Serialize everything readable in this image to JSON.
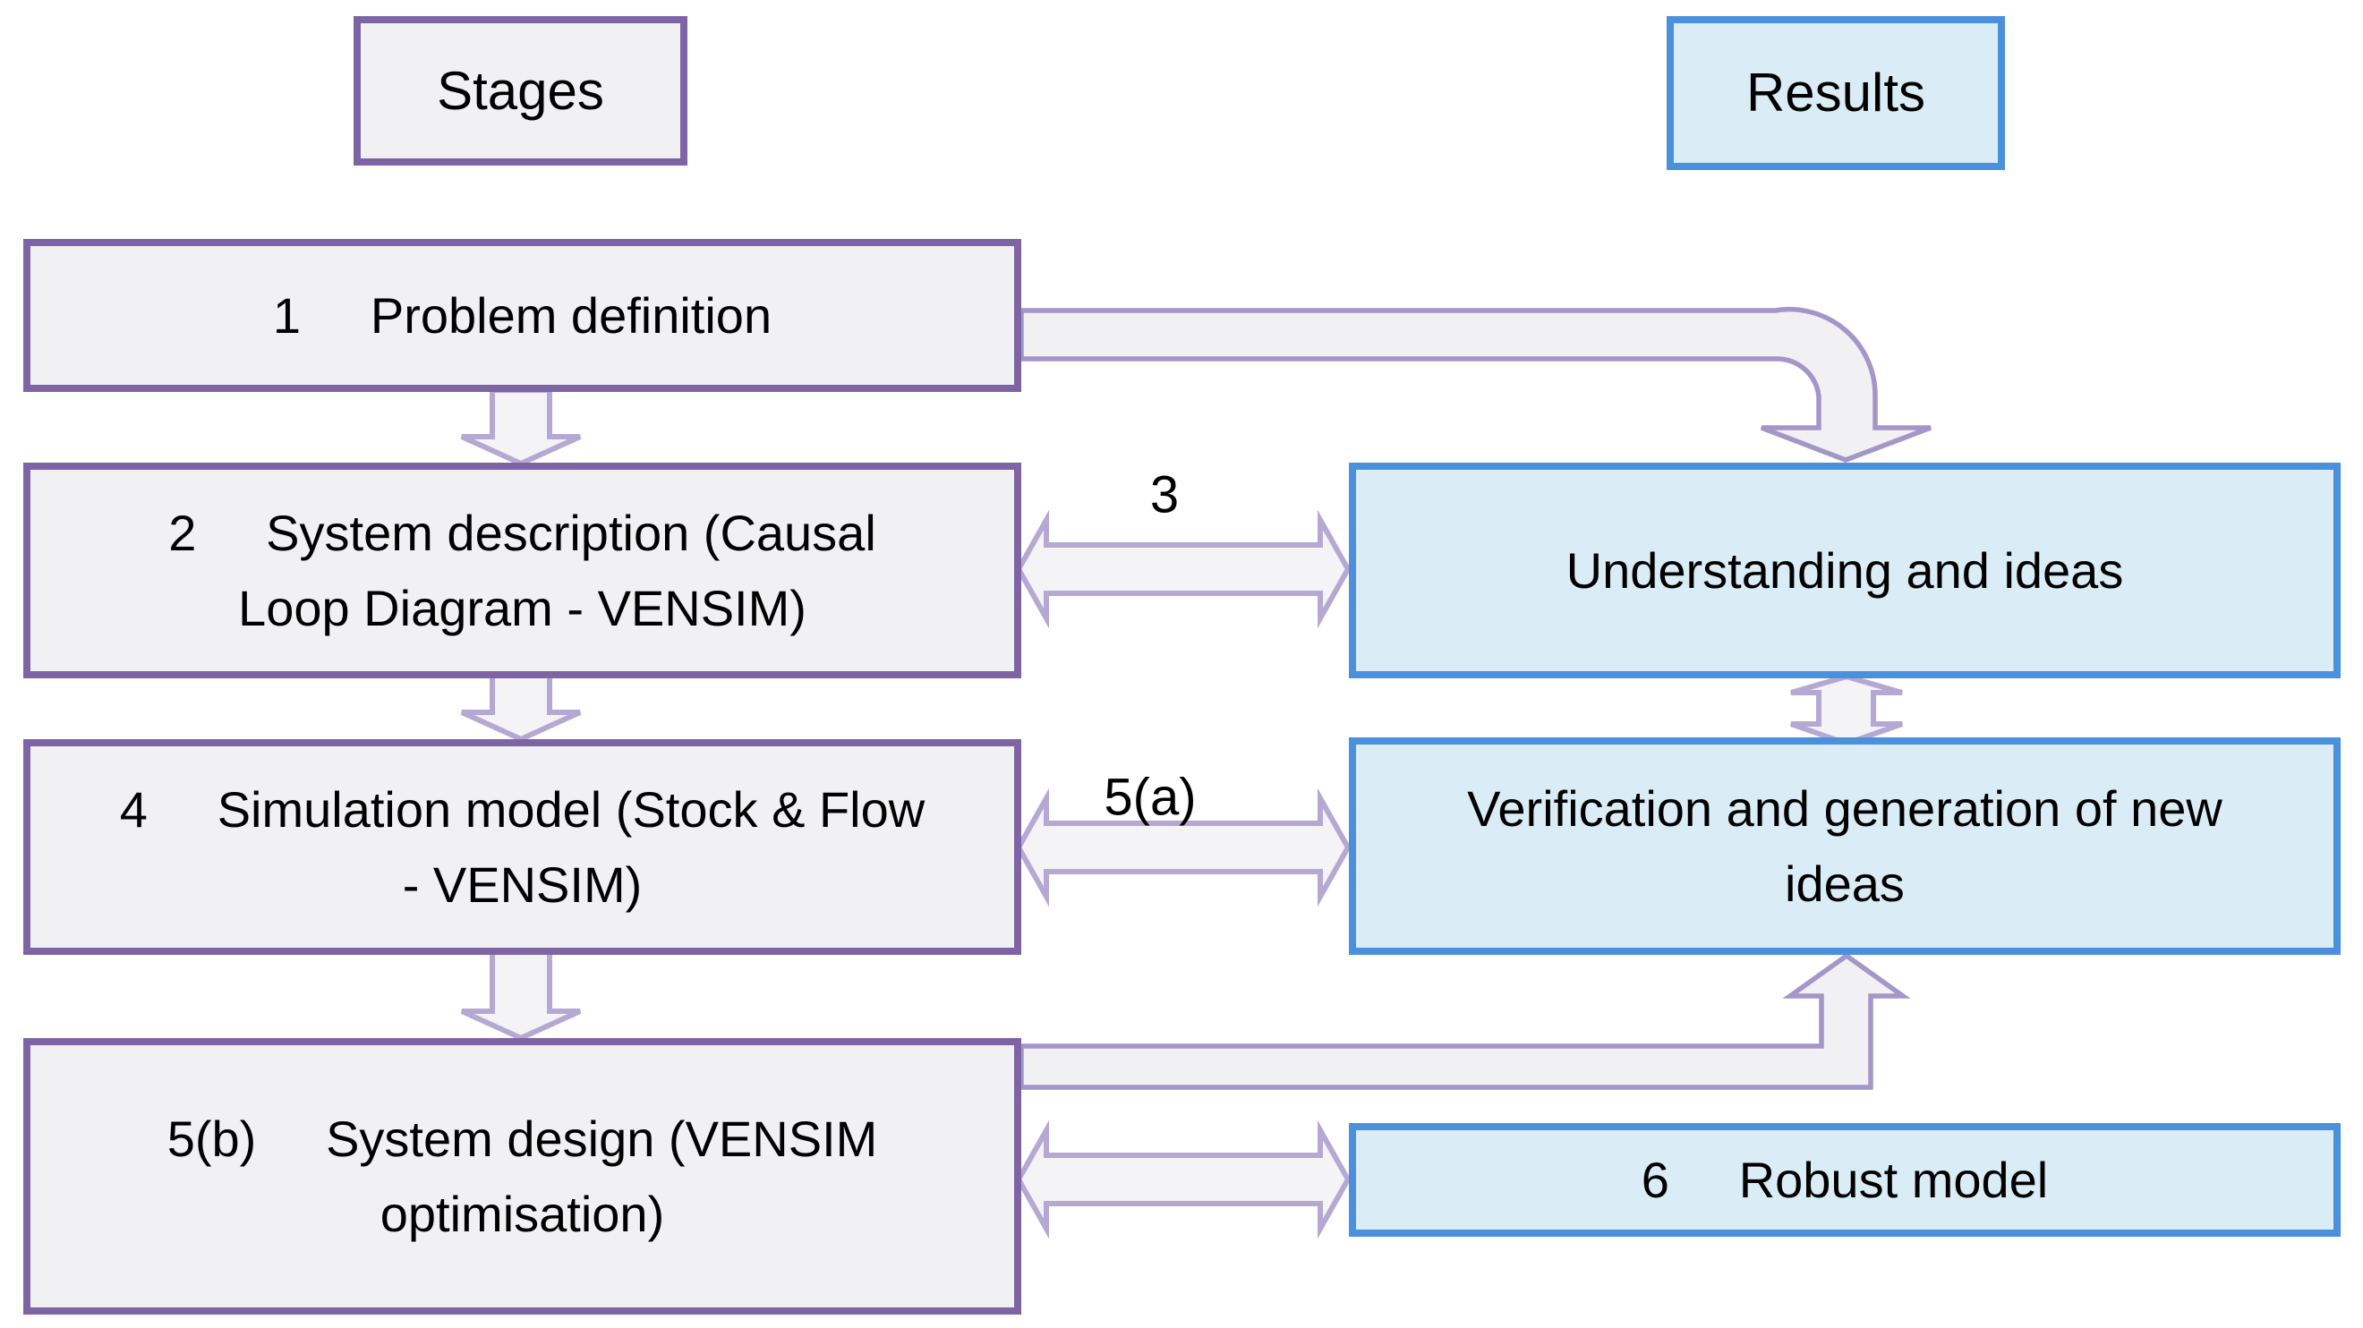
{
  "diagram": {
    "headers": {
      "stages": "Stages",
      "results": "Results"
    },
    "stage_boxes": [
      {
        "label": "1     Problem definition"
      },
      {
        "label": "2     System description (Causal\nLoop Diagram - VENSIM)"
      },
      {
        "label": "4     Simulation model (Stock & Flow\n- VENSIM)"
      },
      {
        "label": "5(b)     System design (VENSIM\noptimisation)"
      }
    ],
    "result_boxes": [
      {
        "label": "Understanding and ideas"
      },
      {
        "label": "Verification and generation of new\nideas"
      },
      {
        "label": "6     Robust model"
      }
    ],
    "connector_labels": {
      "system_description_to_understanding": "3",
      "simulation_to_verification": "5(a)"
    }
  },
  "colors": {
    "canvas_bg": "#ffffff",
    "text_color": "#000000",
    "stage_fill": "#f1f0f2",
    "stage_border": "#7e64a5",
    "result_fill": "#daecf5",
    "result_border": "#4a90dd",
    "connector_fill": "#f1f0f2",
    "connector_stroke": "#a396c8",
    "block_arrow_fill": "#f4f3f6",
    "block_arrow_stroke": "#b5a8d3"
  }
}
